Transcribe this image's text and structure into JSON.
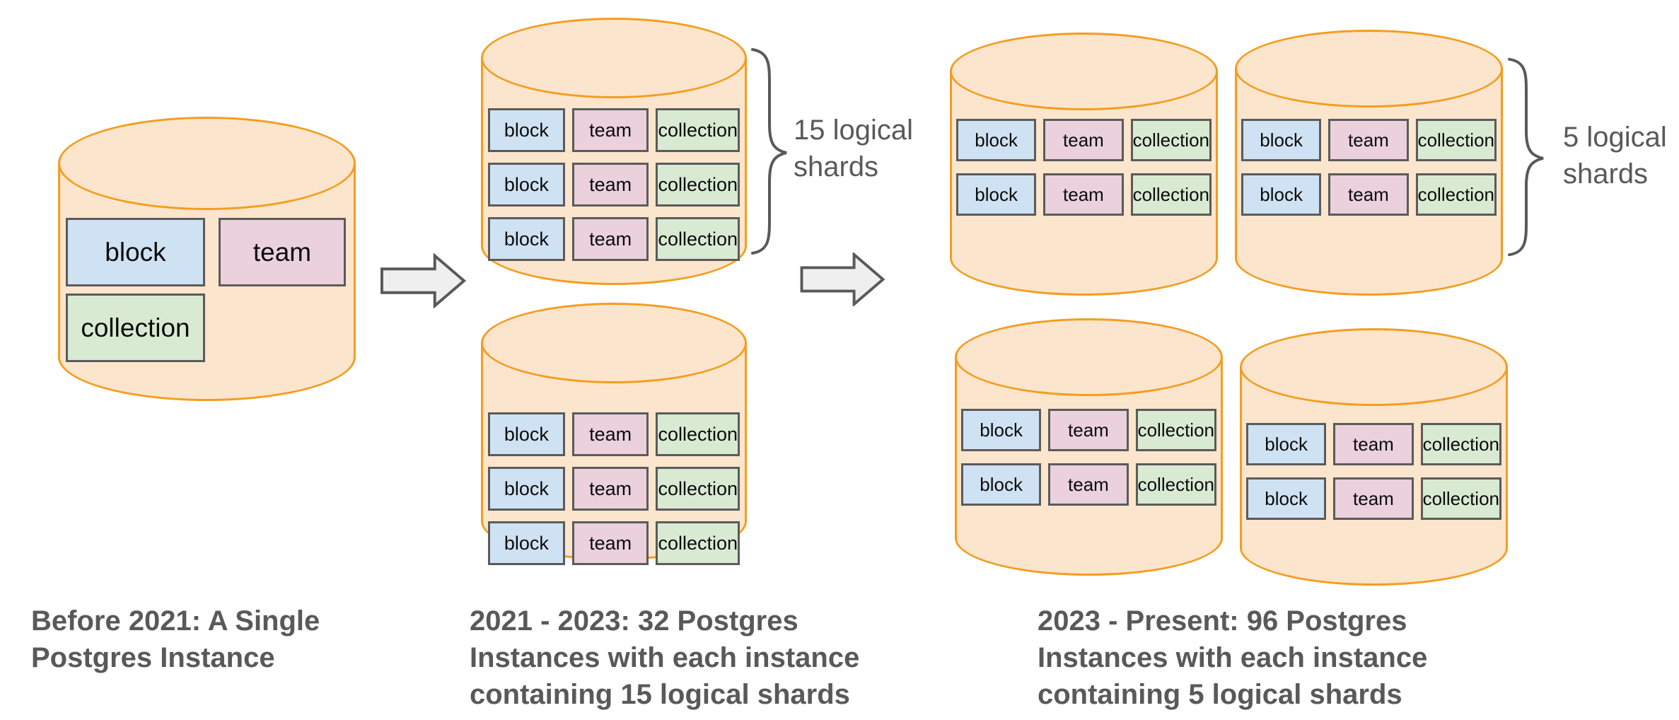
{
  "labels": {
    "block": "block",
    "team": "team",
    "collection": "collection"
  },
  "stage1": {
    "caption_lines": [
      "Before 2021: A Single",
      "Postgres Instance"
    ]
  },
  "stage2": {
    "caption_lines": [
      "2021 - 2023: 32 Postgres",
      "Instances with each instance",
      "containing 15 logical shards"
    ],
    "shard_label_lines": [
      "15 logical",
      "shards"
    ]
  },
  "stage3": {
    "caption_lines": [
      "2023 - Present: 96 Postgres",
      "Instances with each instance",
      "containing 5 logical shards"
    ],
    "shard_label_lines": [
      "5 logical",
      "shards"
    ]
  },
  "colors": {
    "cylinder_fill": "#FCE5CD",
    "cylinder_stroke": "#F49D20",
    "block_fill": "#CFE2F3",
    "team_fill": "#EAD1DC",
    "collection_fill": "#D9EAD3",
    "box_border": "#5B5B5B",
    "arrow_fill": "#EFEFEF",
    "arrow_stroke": "#595959",
    "brace_color": "#595959",
    "caption_color": "#595959"
  }
}
